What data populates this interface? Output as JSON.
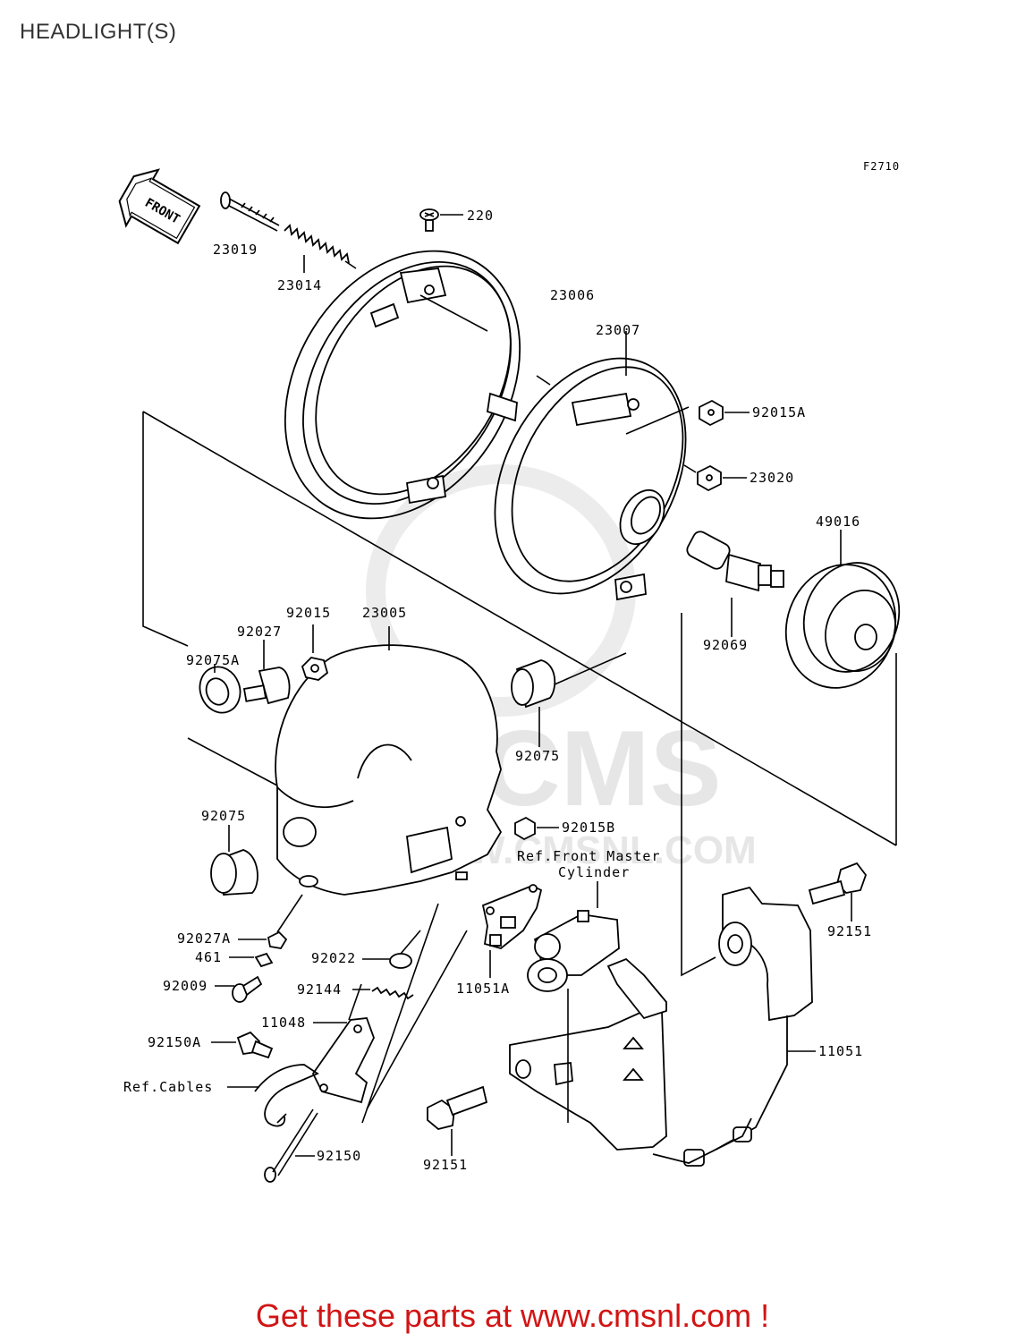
{
  "title": "HEADLIGHT(S)",
  "figure_code": "F2710",
  "front_arrow_label": "FRONT",
  "watermark": "CMS",
  "watermark_url": "WWW.CMSNL.COM",
  "parts": {
    "p220": "220",
    "p23019": "23019",
    "p23014": "23014",
    "p23006": "23006",
    "p23007": "23007",
    "p92015A": "92015A",
    "p23020": "23020",
    "p49016": "49016",
    "p92069": "92069",
    "p92015": "92015",
    "p23005": "23005",
    "p92027": "92027",
    "p92075A": "92075A",
    "p92075_right": "92075",
    "p92075_left": "92075",
    "p92015B": "92015B",
    "p92151_right": "92151",
    "p92027A": "92027A",
    "p461": "461",
    "p92022": "92022",
    "p92009": "92009",
    "p92144": "92144",
    "p11051A": "11051A",
    "p11048": "11048",
    "p92150A": "92150A",
    "p11051": "11051",
    "p92150": "92150",
    "p92151_bottom": "92151"
  },
  "refs": {
    "front_master_line1": "Ref.Front Master",
    "front_master_line2": "Cylinder",
    "cables": "Ref.Cables"
  },
  "call_to_action": "Get these parts at www.cmsnl.com !",
  "colors": {
    "line": "#000000",
    "watermark": "#e6e6e6",
    "cta": "#d21414",
    "title": "#333333"
  }
}
